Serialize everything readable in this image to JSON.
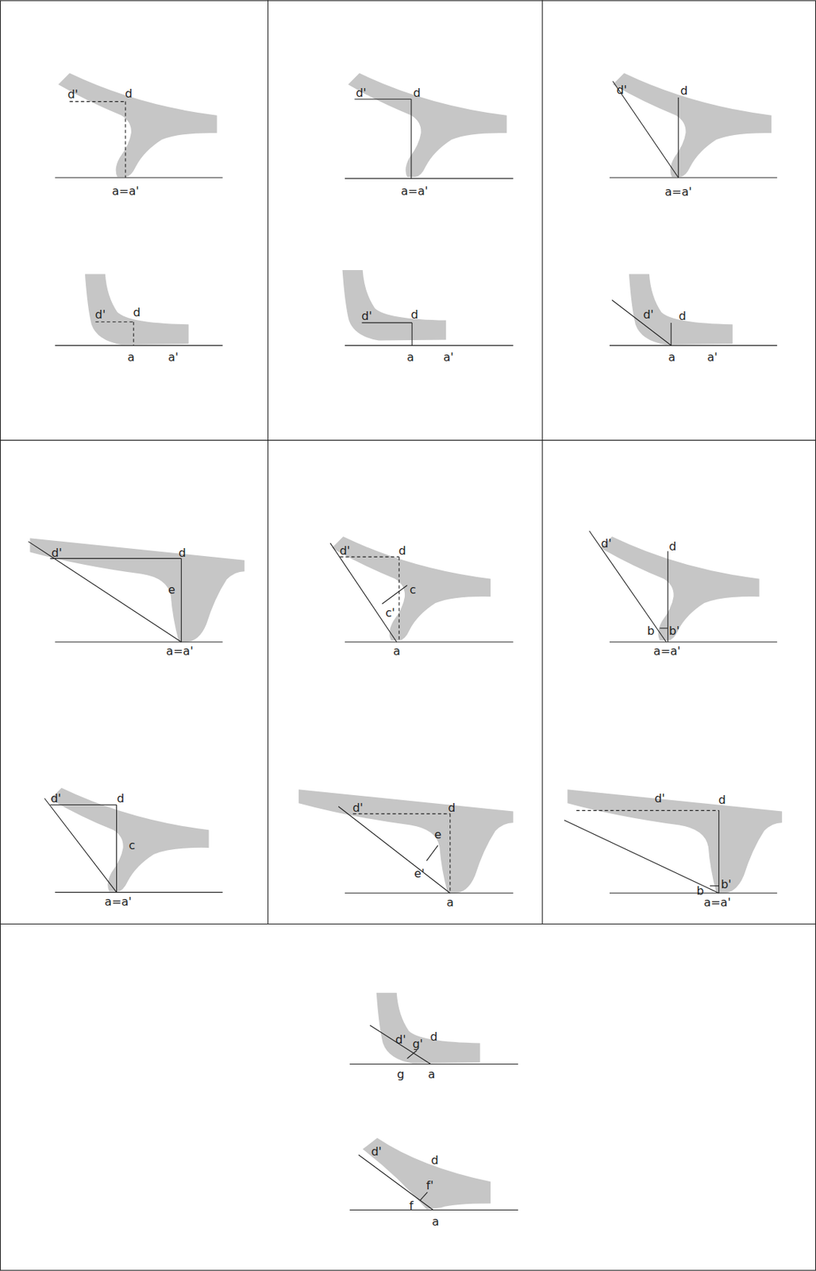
{
  "diagram": {
    "labels": [
      "d'",
      "d",
      "a=a'",
      "d'",
      "d",
      "a=a'",
      "d'",
      "d",
      "a=a'",
      "d'",
      "d",
      "a",
      "a'",
      "d'",
      "d",
      "a",
      "a'",
      "d'",
      "d",
      "a",
      "a'",
      "d'",
      "d",
      "e",
      "a=a'",
      "d'",
      "d",
      "c",
      "c'",
      "a",
      "d'",
      "d",
      "b",
      "b'",
      "a=a'",
      "d'",
      "d",
      "c",
      "a=a'",
      "d'",
      "d",
      "e",
      "e'",
      "a",
      "d'",
      "d",
      "b",
      "b'",
      "a=a'",
      "d'",
      "g'",
      "d",
      "g",
      "a",
      "d'",
      "d",
      "f'",
      "f",
      "a"
    ]
  }
}
